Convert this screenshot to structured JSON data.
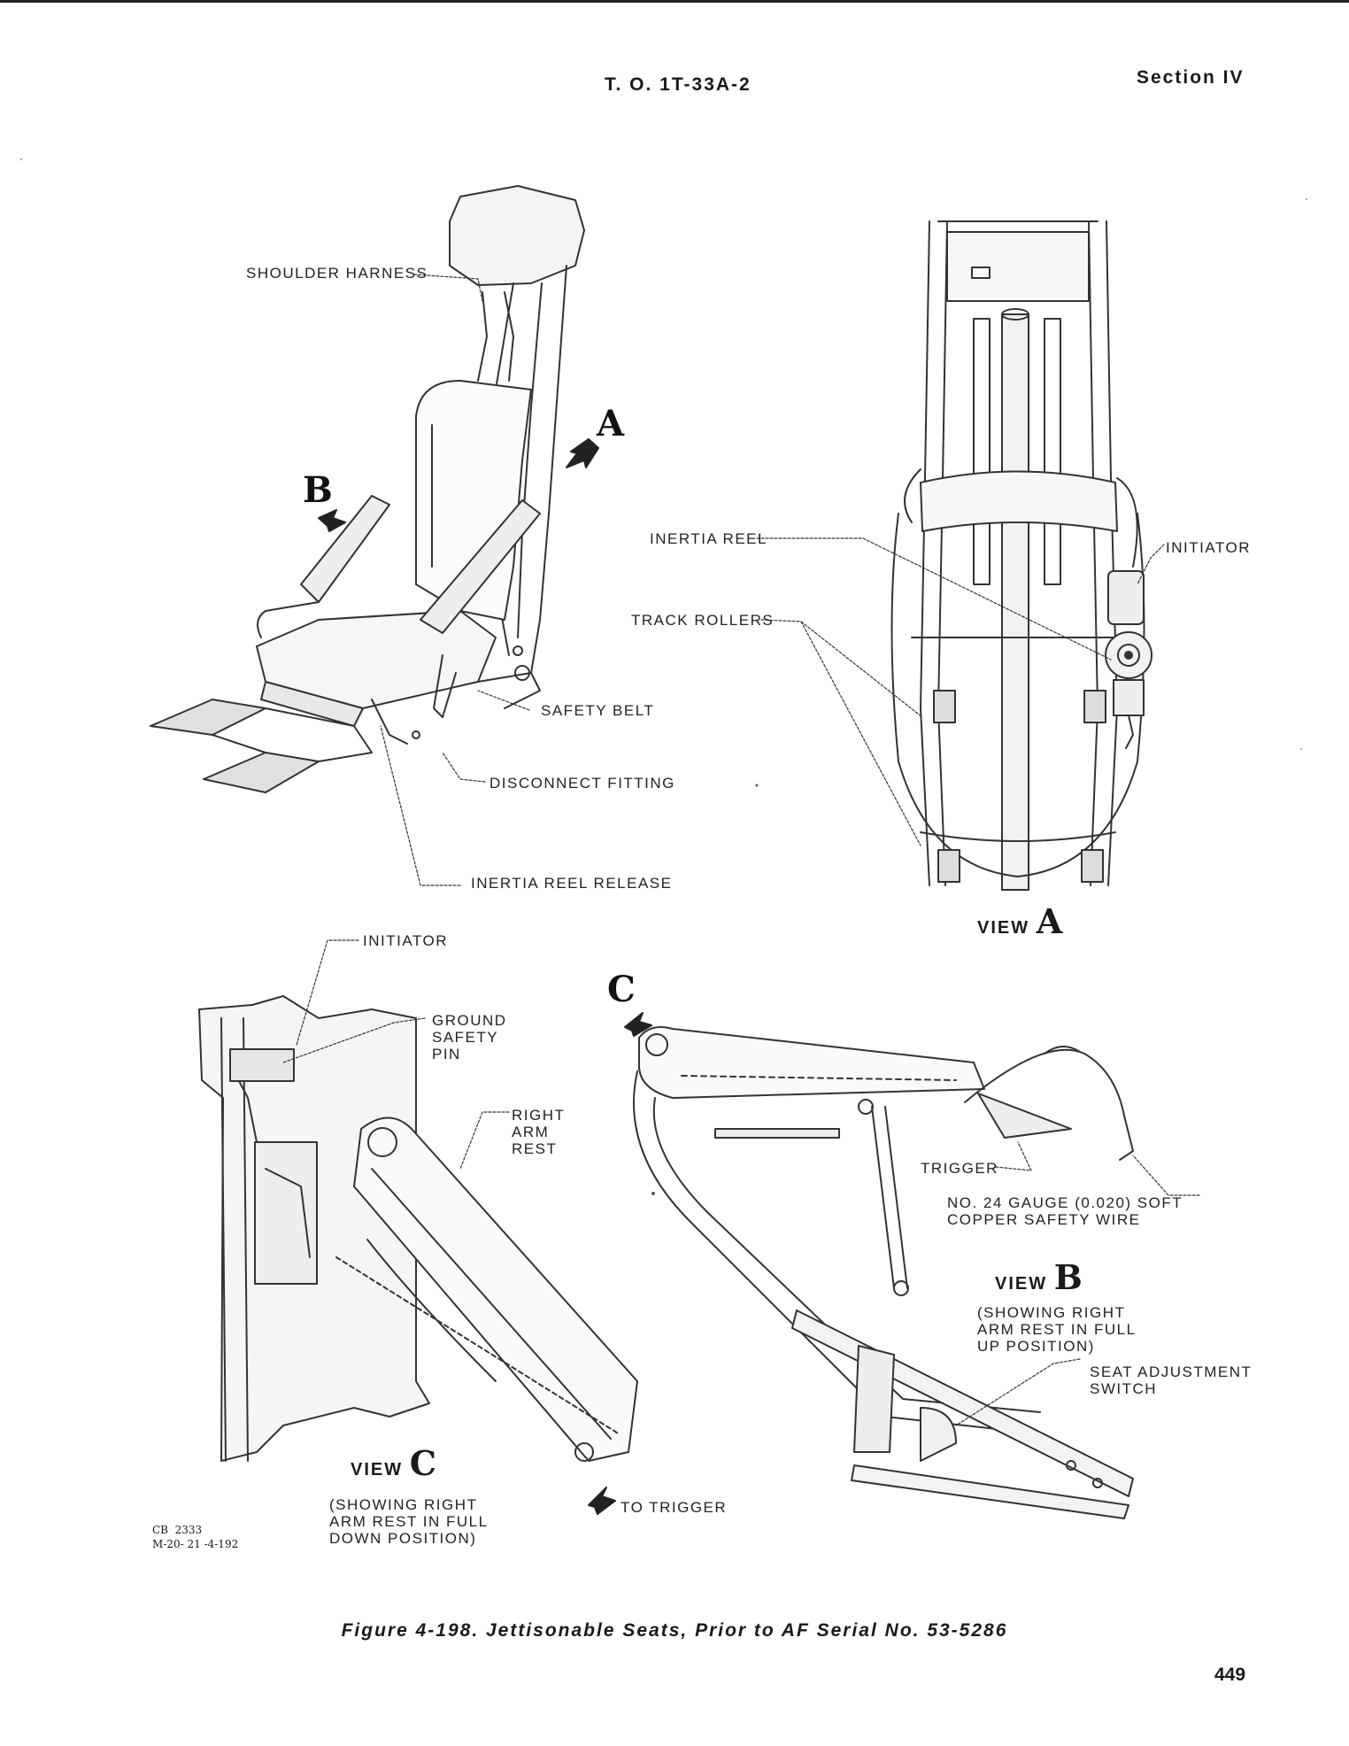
{
  "header": {
    "doc_number": "T. O. 1T-33A-2",
    "section": "Section IV"
  },
  "seat_view": {
    "labels": {
      "shoulder_harness": "SHOULDER HARNESS",
      "safety_belt": "SAFETY BELT",
      "disconnect_fitting": "DISCONNECT FITTING",
      "inertia_reel_release": "INERTIA REEL RELEASE"
    },
    "callouts": {
      "a": "A",
      "b": "B"
    }
  },
  "view_a": {
    "labels": {
      "inertia_reel": "INERTIA REEL",
      "track_rollers": "TRACK ROLLERS",
      "initiator": "INITIATOR"
    },
    "title_word": "VIEW",
    "title_letter": "A"
  },
  "view_c": {
    "labels": {
      "initiator": "INITIATOR",
      "ground_safety_pin": "GROUND\nSAFETY\nPIN",
      "right_arm_rest": "RIGHT\nARM\nREST",
      "to_trigger": "TO TRIGGER"
    },
    "title_word": "VIEW",
    "title_letter": "C",
    "note": "(SHOWING RIGHT\nARM REST IN FULL\nDOWN POSITION)"
  },
  "view_b": {
    "callout": "C",
    "labels": {
      "trigger": "TRIGGER",
      "safety_wire": "NO. 24 GAUGE (0.020) SOFT\nCOPPER SAFETY WIRE",
      "seat_adjustment_switch": "SEAT ADJUSTMENT\nSWITCH"
    },
    "title_word": "VIEW",
    "title_letter": "B",
    "note": "(SHOWING RIGHT\nARM REST IN FULL\nUP POSITION)"
  },
  "drawing_codes": "CB  2333\nM-20- 21 -4-192",
  "caption": "Figure 4-198. Jettisonable Seats, Prior to AF Serial No. 53-5286",
  "page_number": "449"
}
